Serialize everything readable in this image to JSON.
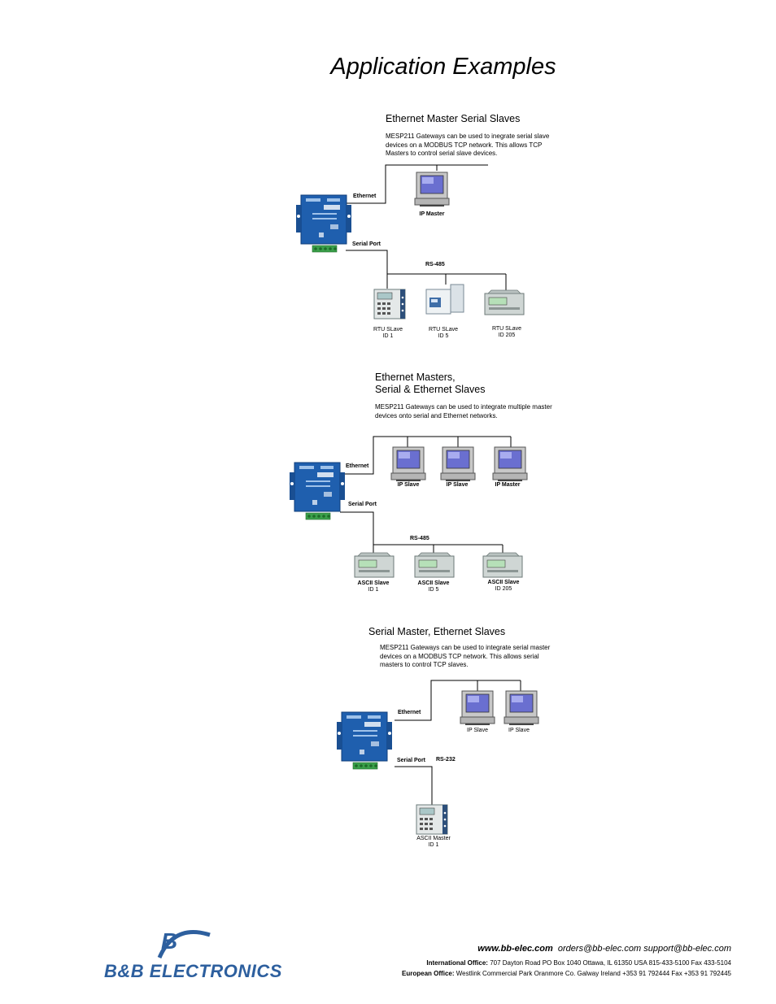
{
  "page": {
    "title": "Application Examples"
  },
  "sections": [
    {
      "title": "Ethernet Master Serial Slaves",
      "description": "MESP211 Gateways can be used to inegrate serial slave devices on a MODBUS TCP network.  This allows TCP Masters to control serial slave devices.",
      "ethernet_label": "Ethernet",
      "serial_label": "Serial Port",
      "bus_label": "RS-485",
      "devices": [
        {
          "name": "IP Master",
          "id": ""
        },
        {
          "name": "RTU SLave",
          "id": "ID 1"
        },
        {
          "name": "RTU SLave",
          "id": "ID 5"
        },
        {
          "name": "RTU SLave",
          "id": "ID 205"
        }
      ]
    },
    {
      "title_line1": "Ethernet Masters,",
      "title_line2": "Serial & Ethernet Slaves",
      "description": "MESP211 Gateways can be used to integrate multiple master devices onto serial and Ethernet networks.",
      "ethernet_label": "Ethernet",
      "serial_label": "Serial Port",
      "bus_label": "RS-485",
      "devices": [
        {
          "name": "IP Slave",
          "id": ""
        },
        {
          "name": "IP Slave",
          "id": ""
        },
        {
          "name": "IP Master",
          "id": ""
        },
        {
          "name": "ASCII Slave",
          "id": "ID 1"
        },
        {
          "name": "ASCII Slave",
          "id": "ID 5"
        },
        {
          "name": "ASCII Slave",
          "id": "ID 205"
        }
      ]
    },
    {
      "title": "Serial Master, Ethernet Slaves",
      "description": "MESP211 Gateways can be used to integrate serial master devices on a MODBUS TCP network.  This allows serial masters to control TCP slaves.",
      "ethernet_label": "Ethernet",
      "serial_label": "Serial Port",
      "bus_label": "RS-232",
      "devices": [
        {
          "name": "IP Slave",
          "id": ""
        },
        {
          "name": "IP Slave",
          "id": ""
        },
        {
          "name": "ASCII Master",
          "id": "ID 1"
        }
      ]
    }
  ],
  "footer": {
    "website": "www.bb-elec.com",
    "emails": "orders@bb-elec.com  support@bb-elec.com",
    "intl_label": "International Office:",
    "intl_text": "707 Dayton Road PO Box 1040 Ottawa, IL 61350 USA  815-433-5100 Fax 433-5104",
    "euro_label": "European Office:",
    "euro_text": "Westlink Commercial Park  Oranmore Co. Galway Ireland  +353 91 792444 Fax +353 91 792445"
  },
  "logo": {
    "text": "B&B ELECTRONICS",
    "mark": "B"
  },
  "colors": {
    "gateway_blue": "#1f5fae",
    "terminal_green": "#3aa04a",
    "logo_blue": "#2d5f9e",
    "screen_blue": "#6a6fd0"
  }
}
